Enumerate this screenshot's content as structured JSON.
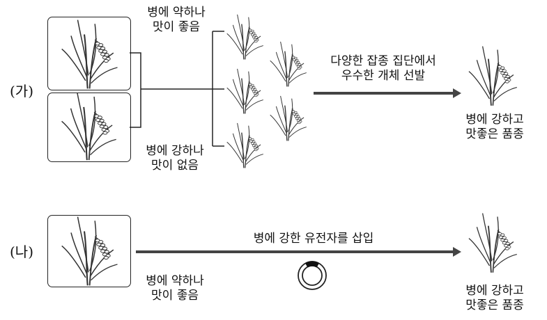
{
  "diagram": {
    "ga": {
      "label": "(가)",
      "parent_top_caption": "병에 약하나\n맛이 좋음",
      "parent_bottom_caption": "병에 강하나\n맛이 없음",
      "arrow_caption": "다양한 잡종 집단에서\n우수한 개체 선발",
      "result_caption": "병에 강하고\n맛좋은 품종"
    },
    "na": {
      "label": "(나)",
      "parent_caption": "병에 약하나\n맛이 좋음",
      "arrow_caption": "병에 강한 유전자를 삽입",
      "result_caption": "병에 강하고\n맛좋은 품종"
    }
  }
}
